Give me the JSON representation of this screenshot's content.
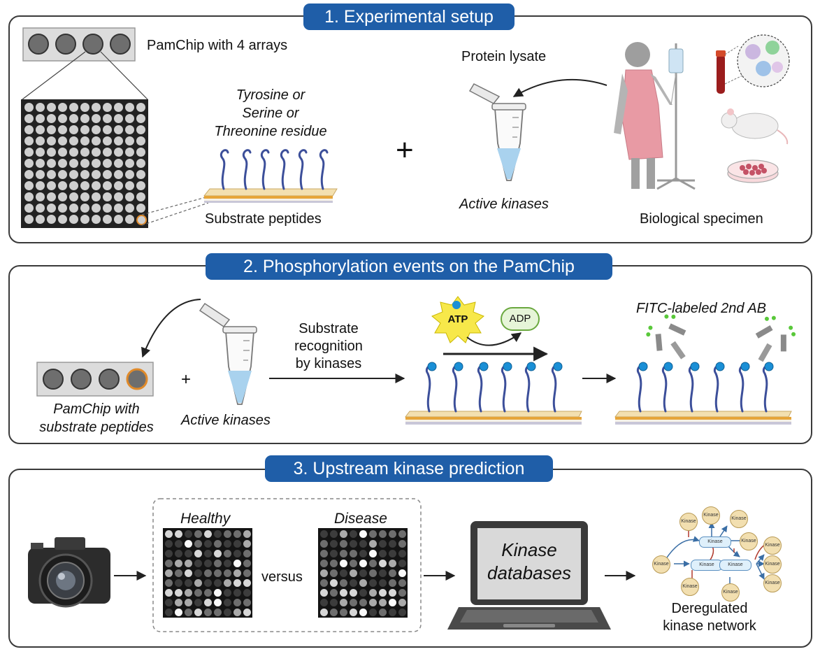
{
  "panels": {
    "p1": {
      "title": "1. Experimental setup"
    },
    "p2": {
      "title": "2. Phosphorylation events on the PamChip"
    },
    "p3": {
      "title": "3. Upstream kinase prediction"
    }
  },
  "setup": {
    "pamchip_label": "PamChip with 4 arrays",
    "residue_l1": "Tyrosine or",
    "residue_l2": "Serine or",
    "residue_l3": "Threonine residue",
    "plus": "+",
    "substrate_label": "Substrate peptides",
    "lysate_label": "Protein lysate",
    "active_label": "Active kinases",
    "specimen_label": "Biological specimen"
  },
  "phospho": {
    "chip_l1": "PamChip with",
    "chip_l2": "substrate peptides",
    "plus": "+",
    "active_label": "Active kinases",
    "recog_l1": "Substrate",
    "recog_l2": "recognition",
    "recog_l3": "by kinases",
    "atp": "ATP",
    "adp": "ADP",
    "fitc_label": "FITC-labeled 2nd AB"
  },
  "prediction": {
    "healthy": "Healthy",
    "disease": "Disease",
    "versus": "versus",
    "db_l1": "Kinase",
    "db_l2": "databases",
    "network_l1": "Deregulated",
    "network_l2": "kinase network",
    "node_label": "Kinase"
  },
  "colors": {
    "accent": "#1f5ea8",
    "chip_orange": "#e08a2a",
    "peptide": "#3c4f9a",
    "phospho_blue": "#1a8fd6",
    "atp_yellow": "#f7e84a",
    "adp_green": "#e6f5d8",
    "node_tan": "#f2dfb0"
  }
}
